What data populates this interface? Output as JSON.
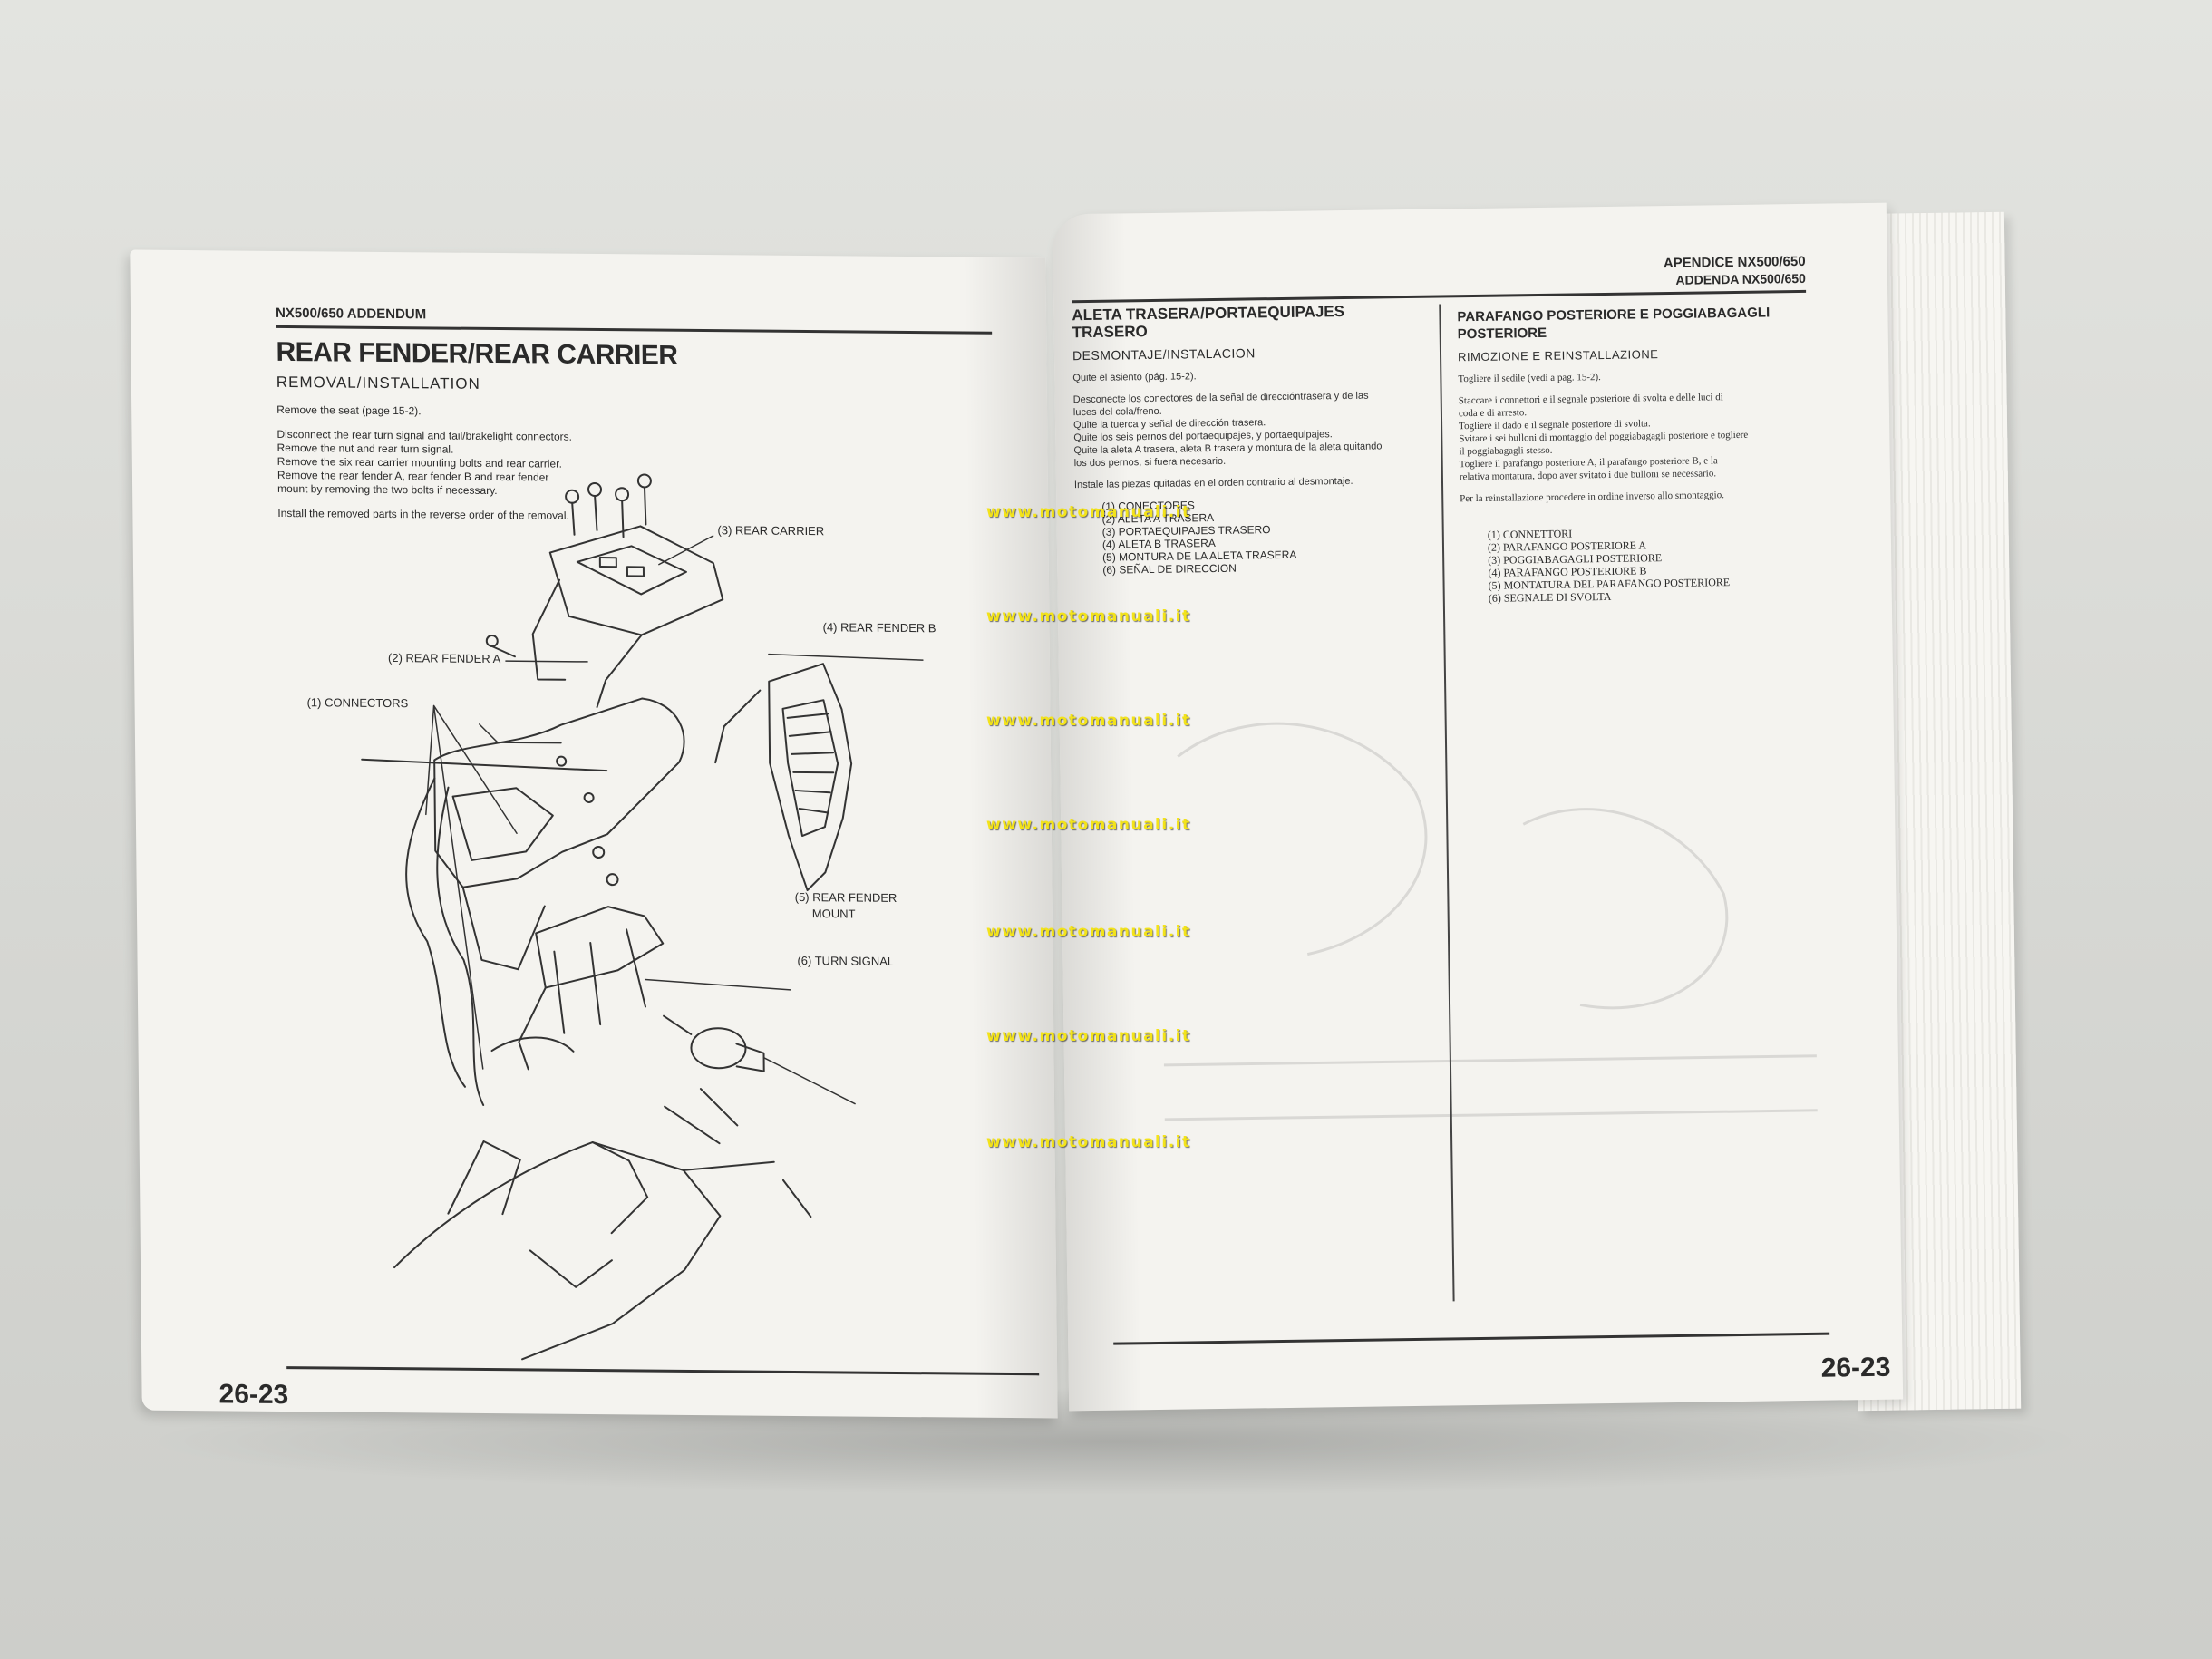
{
  "left_page": {
    "header": "NX500/650 ADDENDUM",
    "title": "REAR FENDER/REAR CARRIER",
    "subtitle": "REMOVAL/INSTALLATION",
    "instructions": {
      "seat": "Remove the seat (page 15-2).",
      "steps": [
        "Disconnect the rear turn signal and tail/brakelight connectors.",
        "Remove the nut and rear turn signal.",
        "Remove the six rear carrier mounting bolts and rear carrier.",
        "Remove the rear fender A, rear fender B and rear fender",
        "mount by removing the two bolts if necessary."
      ],
      "install": "Install the removed parts in the reverse order of the removal."
    },
    "callouts": {
      "c1": "(1) CONNECTORS",
      "c2": "(2) REAR FENDER A",
      "c3": "(3) REAR CARRIER",
      "c4": "(4) REAR FENDER B",
      "c5a": "(5) REAR FENDER",
      "c5b": "MOUNT",
      "c6": "(6) TURN SIGNAL"
    },
    "page_number": "26-23"
  },
  "right_page": {
    "header_line1": "APENDICE NX500/650",
    "header_line2": "ADDENDA NX500/650",
    "spanish": {
      "title_line1": "ALETA TRASERA/PORTAEQUIPAJES",
      "title_line2": "TRASERO",
      "subtitle": "DESMONTAJE/INSTALACION",
      "seat": "Quite el asiento (pág. 15-2).",
      "steps": [
        "Desconecte los conectores de la señal de direccióntrasera y de las",
        "luces del cola/freno.",
        "Quite la tuerca y señal de dirección trasera.",
        "Quite los seis pernos del portaequipajes, y portaequipajes.",
        "Quite la aleta A trasera, aleta B trasera y montura de la aleta quitando",
        "los dos pernos, si fuera necesario."
      ],
      "install": "Instale las piezas quitadas en el orden contrario al desmontaje.",
      "list": [
        "(1) CONECTORES",
        "(2) ALETA A TRASERA",
        "(3) PORTAEQUIPAJES TRASERO",
        "(4) ALETA B TRASERA",
        "(5) MONTURA DE LA ALETA TRASERA",
        "(6) SEÑAL DE DIRECCION"
      ]
    },
    "italian": {
      "title_line1": "PARAFANGO POSTERIORE E POGGIABAGAGLI",
      "title_line2": "POSTERIORE",
      "subtitle": "RIMOZIONE E REINSTALLAZIONE",
      "seat": "Togliere il sedile (vedi a pag. 15-2).",
      "steps": [
        "Staccare i connettori e il segnale posteriore di svolta e delle luci di",
        "coda e di arresto.",
        "Togliere il dado e il segnale posteriore di svolta.",
        "Svitare i sei bulloni di montaggio del poggiabagagli posteriore e togliere",
        "il poggiabagagli stesso.",
        "Togliere il parafango posteriore A, il parafango posteriore B, e la",
        "relativa montatura, dopo aver svitato i due bulloni se necessario."
      ],
      "install": "Per la reinstallazione procedere in ordine inverso allo smontaggio.",
      "list": [
        "(1) CONNETTORI",
        "(2) PARAFANGO POSTERIORE A",
        "(3) POGGIABAGAGLI POSTERIORE",
        "(4) PARAFANGO POSTERIORE B",
        "(5) MONTATURA DEL PARAFANGO POSTERIORE",
        "(6) SEGNALE DI SVOLTA"
      ]
    },
    "page_number": "26-23"
  },
  "watermark": {
    "text": "www.motomanuali.it",
    "color": "#f3e31a"
  }
}
